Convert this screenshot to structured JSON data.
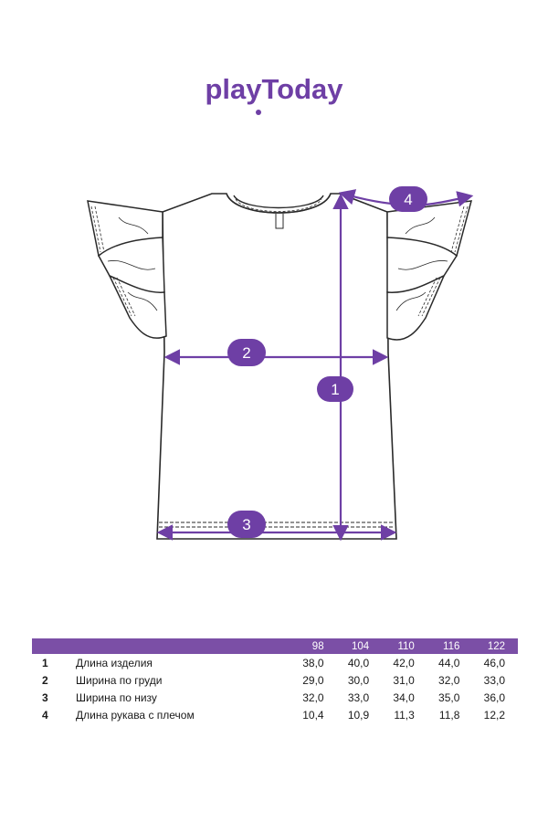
{
  "brand": {
    "logo_text": "playToday",
    "color": "#6e3fa5"
  },
  "diagram": {
    "markers": [
      {
        "id": "1",
        "label": "1"
      },
      {
        "id": "2",
        "label": "2"
      },
      {
        "id": "3",
        "label": "3"
      },
      {
        "id": "4",
        "label": "4"
      }
    ],
    "accent_color": "#6e3fa5",
    "outline_color": "#2a2a2a"
  },
  "size_table": {
    "header_color": "#7b4fa6",
    "sizes": [
      "98",
      "104",
      "110",
      "116",
      "122"
    ],
    "rows": [
      {
        "num": "1",
        "label": "Длина изделия",
        "values": [
          "38,0",
          "40,0",
          "42,0",
          "44,0",
          "46,0"
        ]
      },
      {
        "num": "2",
        "label": "Ширина по груди",
        "values": [
          "29,0",
          "30,0",
          "31,0",
          "32,0",
          "33,0"
        ]
      },
      {
        "num": "3",
        "label": "Ширина по низу",
        "values": [
          "32,0",
          "33,0",
          "34,0",
          "35,0",
          "36,0"
        ]
      },
      {
        "num": "4",
        "label": "Длина рукава с плечом",
        "values": [
          "10,4",
          "10,9",
          "11,3",
          "11,8",
          "12,2"
        ]
      }
    ]
  }
}
